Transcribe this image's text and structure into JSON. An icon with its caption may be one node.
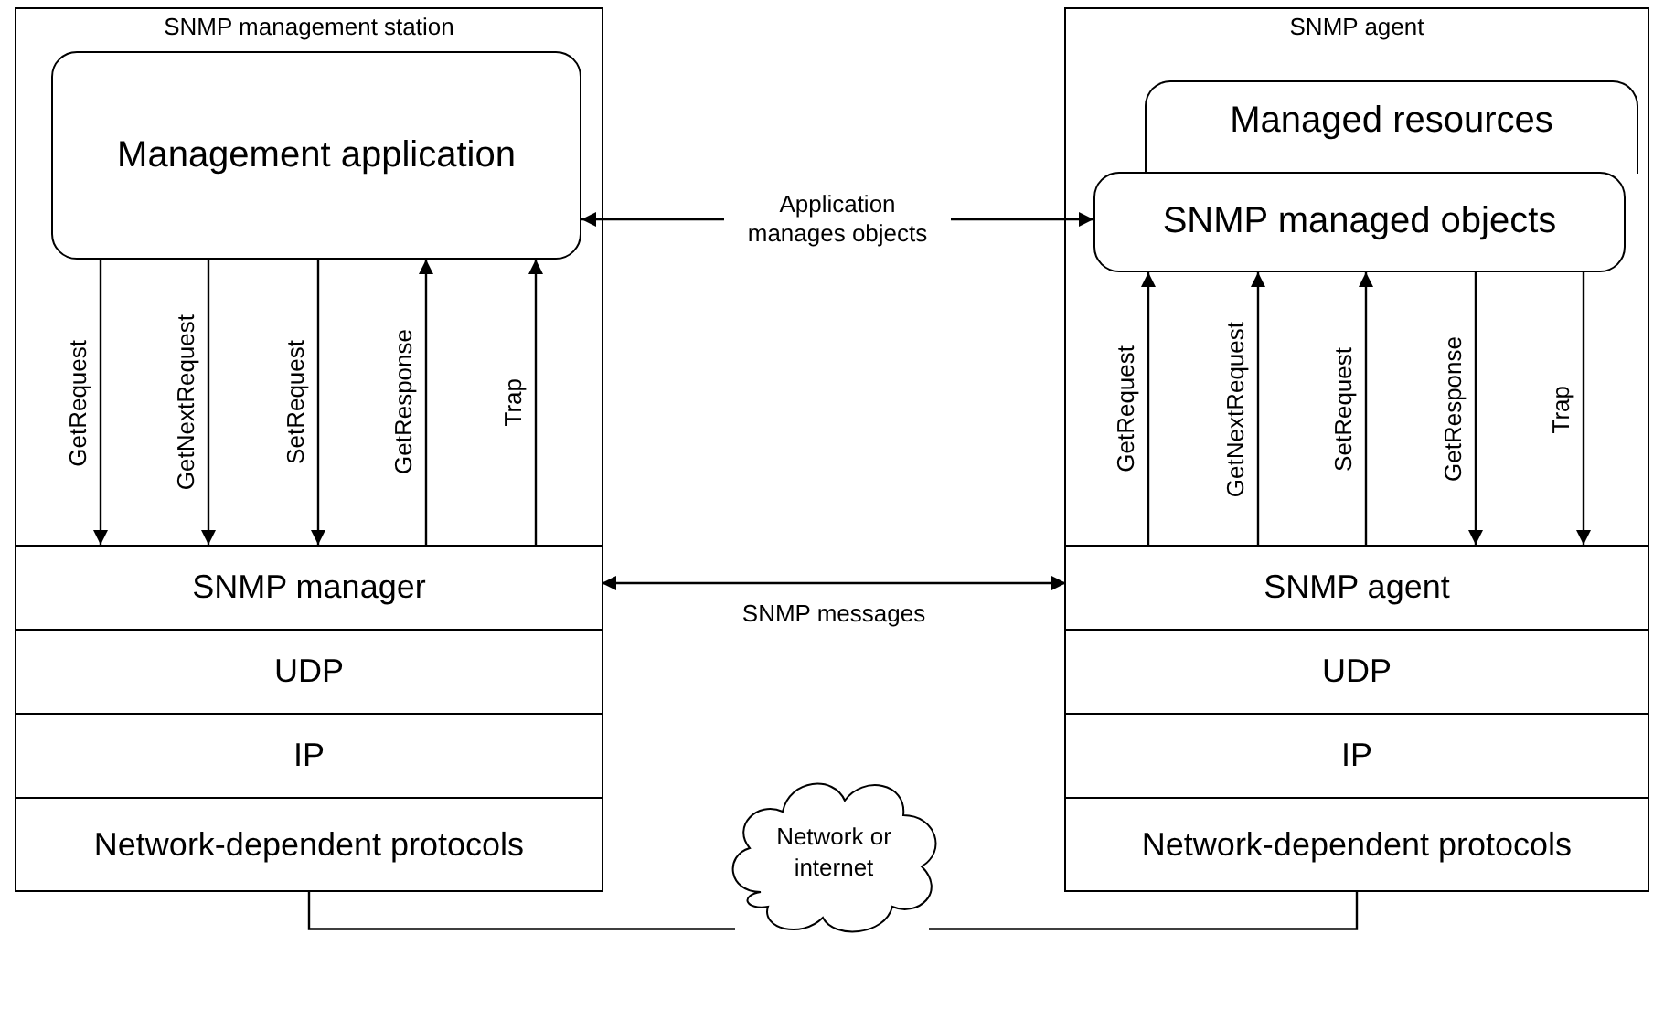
{
  "diagram": {
    "nodes": [
      {
        "text": [
          "SNMP management station"
        ]
      },
      {
        "text": [
          "Management application"
        ],
        "in": 0
      },
      {
        "text": [
          "SNMP manager"
        ],
        "in": 0
      },
      {
        "text": [
          "UDP"
        ],
        "in": 0
      },
      {
        "text": [
          "IP"
        ],
        "in": 0
      },
      {
        "text": [
          "Network-dependent protocols"
        ],
        "in": 0
      },
      {
        "text": [
          "SNMP agent"
        ]
      },
      {
        "text": [
          "Managed resources"
        ],
        "in": 6
      },
      {
        "text": [
          "SNMP managed objects"
        ],
        "in": 6
      },
      {
        "text": [
          "SNMP agent"
        ],
        "in": 6
      },
      {
        "text": [
          "UDP"
        ],
        "in": 6
      },
      {
        "text": [
          "IP"
        ],
        "in": 6
      },
      {
        "text": [
          "Network-dependent protocols"
        ],
        "in": 6
      },
      {
        "text": [
          "Network or internet"
        ]
      }
    ],
    "edges": [
      {
        "from": 1,
        "to": 2,
        "arrow": "to",
        "label": "GetRequest"
      },
      {
        "from": 1,
        "to": 2,
        "arrow": "to",
        "label": "GetNextRequest"
      },
      {
        "from": 1,
        "to": 2,
        "arrow": "to",
        "label": "SetRequest"
      },
      {
        "from": 2,
        "to": 1,
        "arrow": "to",
        "label": "GetResponse"
      },
      {
        "from": 2,
        "to": 1,
        "arrow": "to",
        "label": "Trap"
      },
      {
        "from": 1,
        "to": 8,
        "arrow": "both",
        "label": "Application manages objects"
      },
      {
        "from": 9,
        "to": 8,
        "arrow": "to",
        "label": "GetRequest"
      },
      {
        "from": 9,
        "to": 8,
        "arrow": "to",
        "label": "GetNextRequest"
      },
      {
        "from": 9,
        "to": 8,
        "arrow": "to",
        "label": "SetRequest"
      },
      {
        "from": 8,
        "to": 9,
        "arrow": "to",
        "label": "GetResponse"
      },
      {
        "from": 8,
        "to": 9,
        "arrow": "to",
        "label": "Trap"
      },
      {
        "from": 2,
        "to": 9,
        "arrow": "both",
        "label": "SNMP messages"
      },
      {
        "from": 5,
        "to": 13,
        "arrow": "none"
      },
      {
        "from": 13,
        "to": 12,
        "arrow": "none"
      }
    ]
  }
}
